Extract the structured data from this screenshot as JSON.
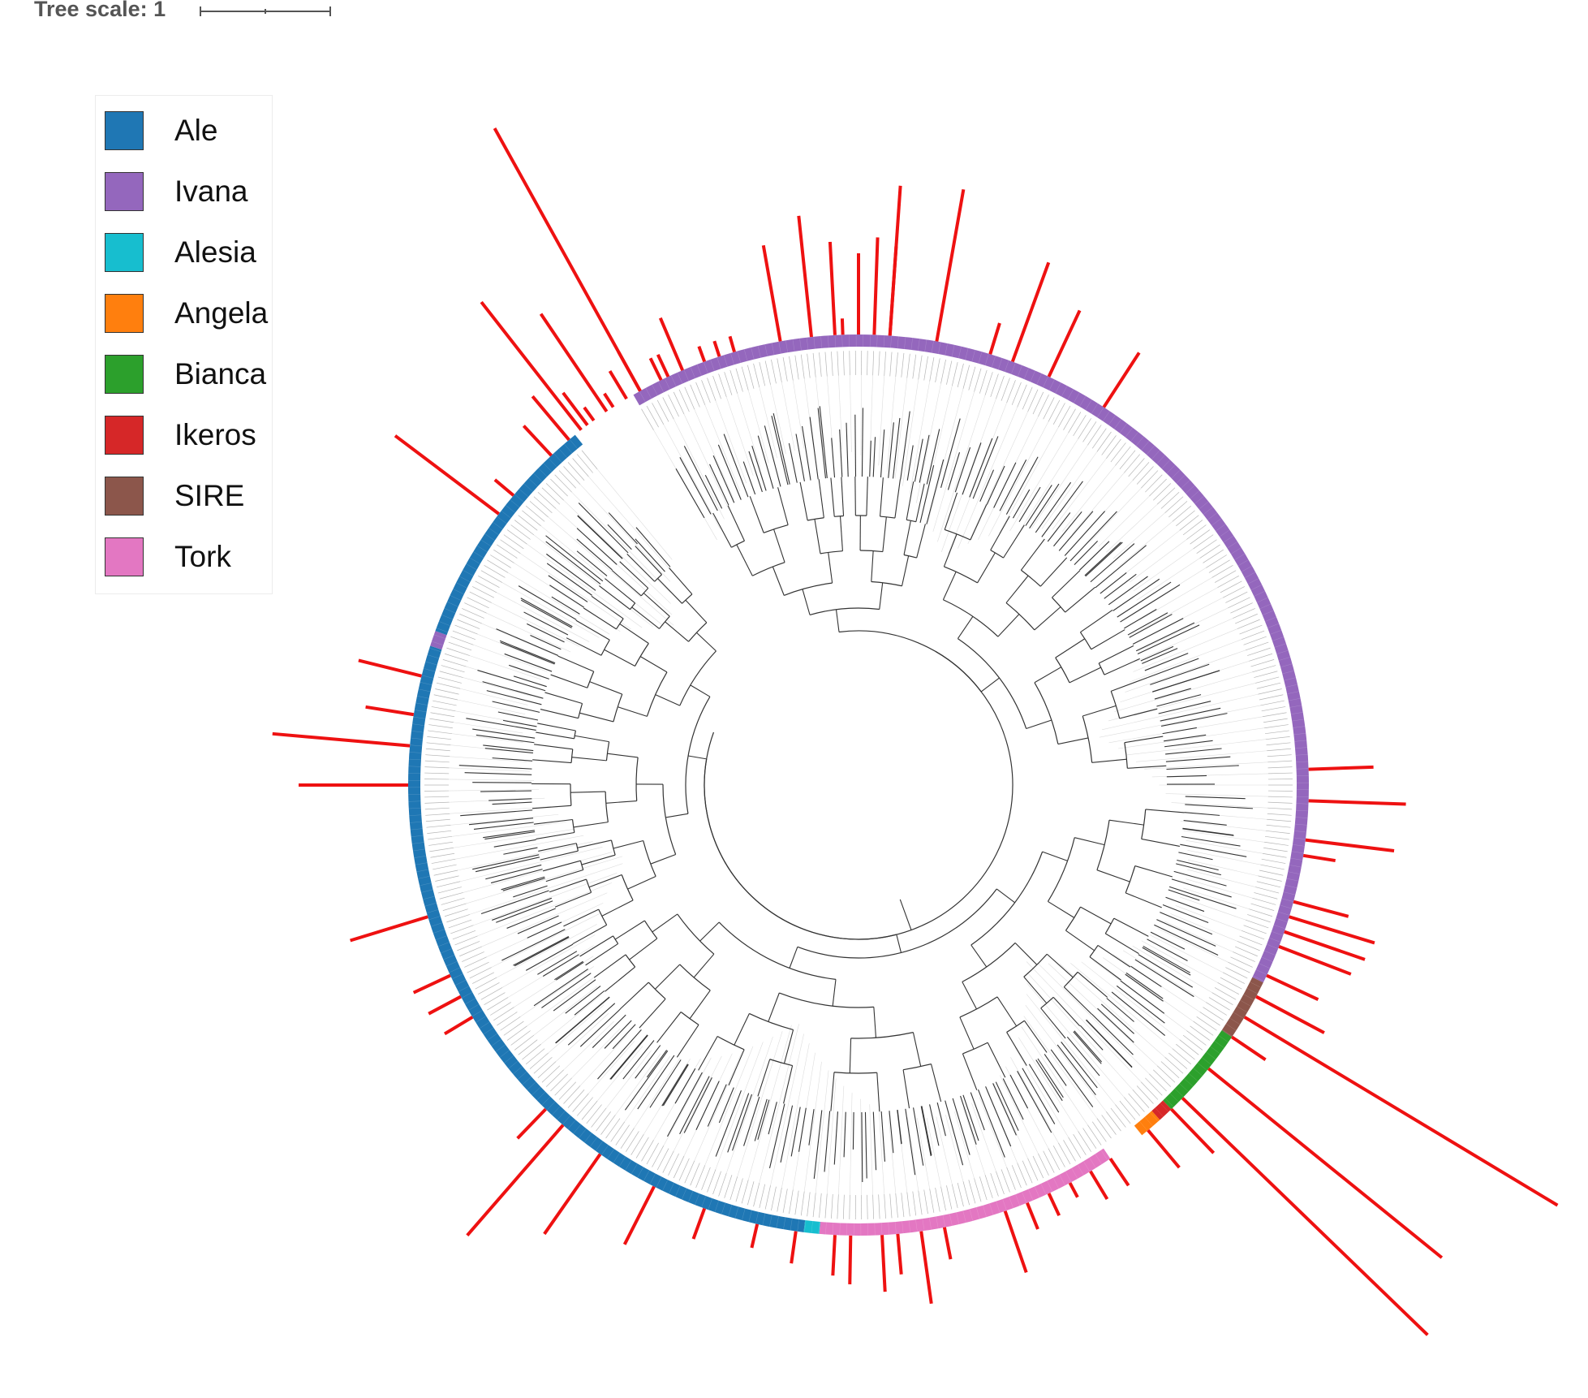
{
  "tree_scale": {
    "label": "Tree scale: 1",
    "value": 1
  },
  "legend": {
    "items": [
      {
        "name": "Ale",
        "color": "#1f77b4"
      },
      {
        "name": "Ivana",
        "color": "#9467bd"
      },
      {
        "name": "Alesia",
        "color": "#17becf"
      },
      {
        "name": "Angela",
        "color": "#ff7f0e"
      },
      {
        "name": "Bianca",
        "color": "#2ca02c"
      },
      {
        "name": "Ikeros",
        "color": "#d62728"
      },
      {
        "name": "SIRE",
        "color": "#8c564b"
      },
      {
        "name": "Tork",
        "color": "#e377c2"
      }
    ]
  },
  "colors": {
    "bar": "#ee1111",
    "branch": "#333333",
    "guide": "#dddddd"
  },
  "chart_data": {
    "type": "circular-phylogenetic-tree",
    "clade_strip": [
      {
        "clade": "Ivana",
        "from_deg": 240,
        "to_deg": 386
      },
      {
        "clade": "SIRE",
        "from_deg": 386,
        "to_deg": 394
      },
      {
        "clade": "Bianca",
        "from_deg": 394,
        "to_deg": 406
      },
      {
        "clade": "Ikeros",
        "from_deg": 406,
        "to_deg": 408
      },
      {
        "clade": "Angela",
        "from_deg": 408,
        "to_deg": 411
      },
      {
        "clade": "Tork",
        "from_deg": 416,
        "to_deg": 455
      },
      {
        "clade": "Alesia",
        "from_deg": 455,
        "to_deg": 457
      },
      {
        "clade": "Ale",
        "from_deg": 457,
        "to_deg": 558
      },
      {
        "clade": "Ivana",
        "from_deg": 558,
        "to_deg": 560
      },
      {
        "clade": "Ale",
        "from_deg": 560,
        "to_deg": 591
      }
    ],
    "bars": [
      [
        232,
        200
      ],
      [
        236,
        145
      ],
      [
        241,
        55
      ],
      [
        245,
        30
      ],
      [
        247,
        70
      ],
      [
        254,
        20
      ],
      [
        268,
        20
      ],
      [
        270,
        100
      ],
      [
        272,
        120
      ],
      [
        274,
        185
      ],
      [
        287,
        40
      ],
      [
        303,
        80
      ],
      [
        358,
        80
      ],
      [
        362,
        120
      ],
      [
        367,
        110
      ],
      [
        369,
        40
      ],
      [
        375,
        70
      ],
      [
        377,
        110
      ],
      [
        379,
        105
      ],
      [
        381,
        95
      ],
      [
        385,
        70
      ],
      [
        388,
        95
      ],
      [
        391,
        450
      ],
      [
        394,
        50
      ],
      [
        399,
        370
      ],
      [
        404,
        420
      ],
      [
        406,
        75
      ],
      [
        410,
        60
      ],
      [
        416,
        40
      ],
      [
        419,
        40
      ],
      [
        422,
        20
      ],
      [
        425,
        30
      ],
      [
        428,
        35
      ],
      [
        431,
        80
      ],
      [
        439,
        40
      ],
      [
        442,
        90
      ],
      [
        445,
        50
      ],
      [
        447,
        70
      ],
      [
        451,
        60
      ],
      [
        453,
        50
      ],
      [
        458,
        40
      ],
      [
        463,
        30
      ],
      [
        470,
        40
      ],
      [
        477,
        80
      ],
      [
        485,
        120
      ],
      [
        491,
        180
      ],
      [
        494,
        50
      ],
      [
        509,
        40
      ],
      [
        512,
        45
      ],
      [
        515,
        50
      ],
      [
        523,
        100
      ],
      [
        540,
        135
      ],
      [
        545,
        170
      ],
      [
        549,
        60
      ],
      [
        554,
        80
      ],
      [
        577,
        160
      ],
      [
        580,
        30
      ],
      [
        587,
        50
      ],
      [
        590,
        70
      ],
      [
        593,
        50
      ],
      [
        594,
        20
      ],
      [
        597,
        20
      ],
      [
        599,
        40
      ],
      [
        601,
        370
      ],
      [
        604,
        30
      ],
      [
        610,
        20
      ],
      [
        612,
        20
      ],
      [
        620,
        120
      ],
      [
        624,
        150
      ],
      [
        627,
        115
      ],
      [
        634,
        110
      ],
      [
        640,
        190
      ],
      [
        650,
        130
      ],
      [
        655,
        90
      ]
    ]
  }
}
